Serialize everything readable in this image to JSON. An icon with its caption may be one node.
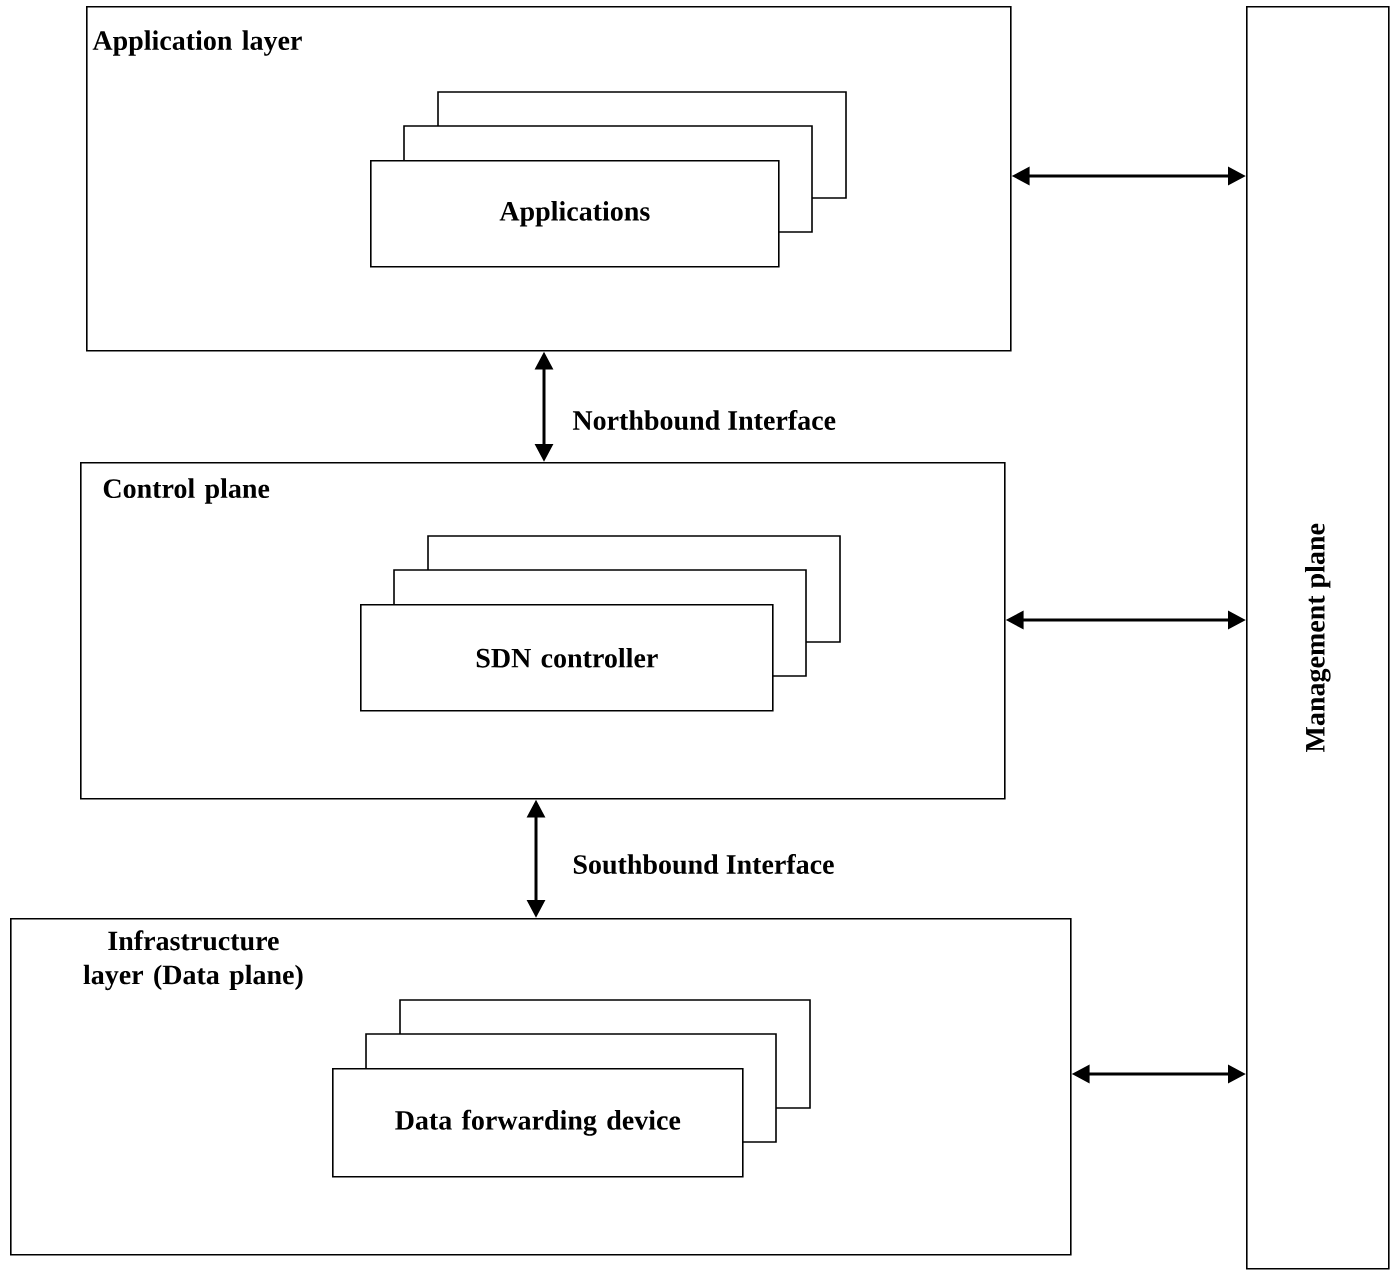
{
  "diagram": {
    "nodes": [
      {
        "text": [
          "Application layer"
        ]
      },
      {
        "text": [
          "Applications"
        ],
        "in": 0
      },
      {
        "text": [
          "Control plane"
        ]
      },
      {
        "text": [
          "SDN controller"
        ],
        "in": 2
      },
      {
        "text": [
          "Infrastructure layer (Data plane)"
        ]
      },
      {
        "text": [
          "Data forwarding device"
        ],
        "in": 4
      },
      {
        "text": [
          "Management plane"
        ]
      }
    ],
    "edges": [
      {
        "from": 0,
        "to": 2,
        "arrow": "both",
        "label": "Northbound Interface"
      },
      {
        "from": 2,
        "to": 4,
        "arrow": "both",
        "label": "Southbound Interface"
      },
      {
        "from": 0,
        "to": 6,
        "arrow": "both"
      },
      {
        "from": 2,
        "to": 6,
        "arrow": "both"
      },
      {
        "from": 4,
        "to": 6,
        "arrow": "both"
      }
    ]
  }
}
